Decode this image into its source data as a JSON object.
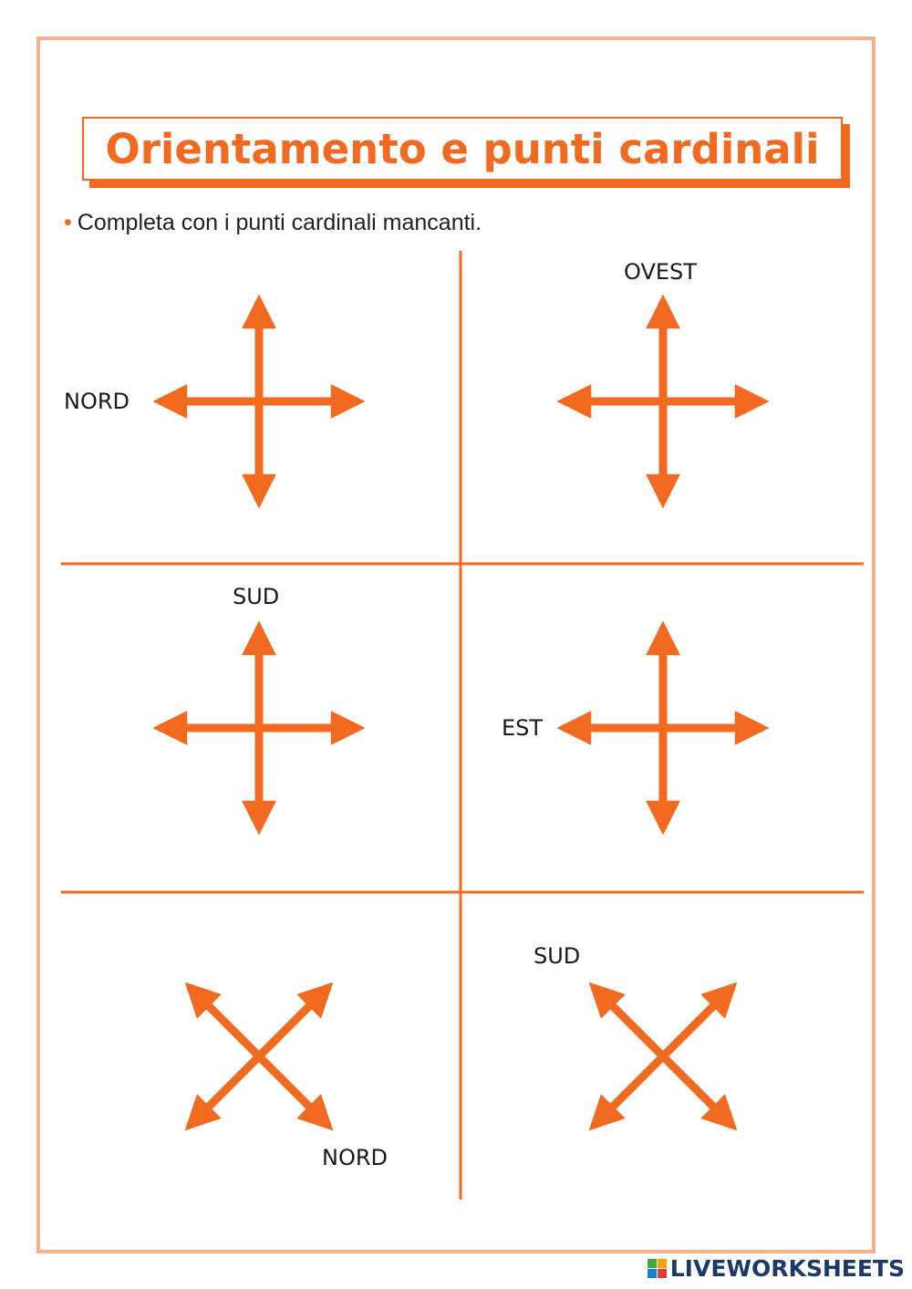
{
  "title": "Orientamento e punti cardinali",
  "instruction": "Completa con i punti cardinali mancanti.",
  "colors": {
    "accent": "#f26a1f",
    "frame": "#f4b089",
    "text": "#1a1a1a"
  },
  "compasses": [
    {
      "style": "cross",
      "label": "NORD"
    },
    {
      "style": "cross",
      "label": "OVEST"
    },
    {
      "style": "cross",
      "label": "SUD"
    },
    {
      "style": "cross",
      "label": "EST"
    },
    {
      "style": "diagonal",
      "label": "NORD"
    },
    {
      "style": "diagonal",
      "label": "SUD"
    }
  ],
  "footer": {
    "brand": "LIVEWORKSHEETS",
    "icon": "liveworksheets-logo-icon"
  }
}
